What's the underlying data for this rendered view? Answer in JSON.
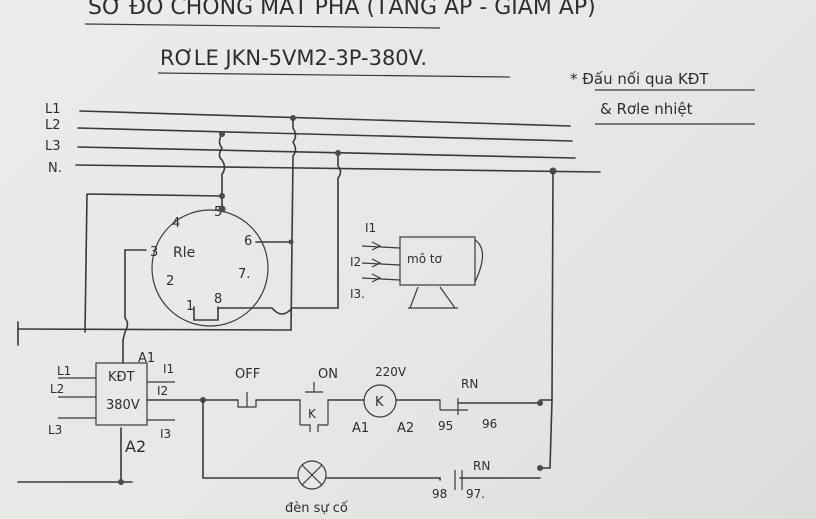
{
  "title": "SƠ ĐỒ CHỐNG MẤT PHA (TĂNG ÁP - GIẢM ÁP)",
  "subtitle": "RƠLE JKN-5VM2-3P-380V.",
  "note": {
    "line1": "* Đấu nối qua KĐT",
    "line2": "& Rơle nhiệt"
  },
  "lines": [
    "L1",
    "L2",
    "L3",
    "N."
  ],
  "relay": {
    "label": "Rle",
    "pins": [
      "1",
      "2",
      "3",
      "4",
      "5",
      "6",
      "7.",
      "8"
    ]
  },
  "motor": {
    "label": "mô tơ",
    "inputs": [
      "I1",
      "I2",
      "I3."
    ]
  },
  "contactor": {
    "label1": "KĐT",
    "label2": "380V",
    "a1": "A1",
    "a2": "A2",
    "inputs": [
      "L1",
      "L2",
      "L3"
    ],
    "outputs": [
      "I1",
      "I2",
      "I3"
    ]
  },
  "control": {
    "off": "OFF",
    "on": "ON",
    "k_contact": "K",
    "coil": "K",
    "voltage": "220V",
    "coil_a1": "A1",
    "coil_a2": "A2",
    "rn_top": "RN",
    "pin95": "95",
    "pin96": "96",
    "rn_bottom": "RN",
    "pin98": "98",
    "pin97": "97.",
    "lamp": "đèn sự cố"
  }
}
